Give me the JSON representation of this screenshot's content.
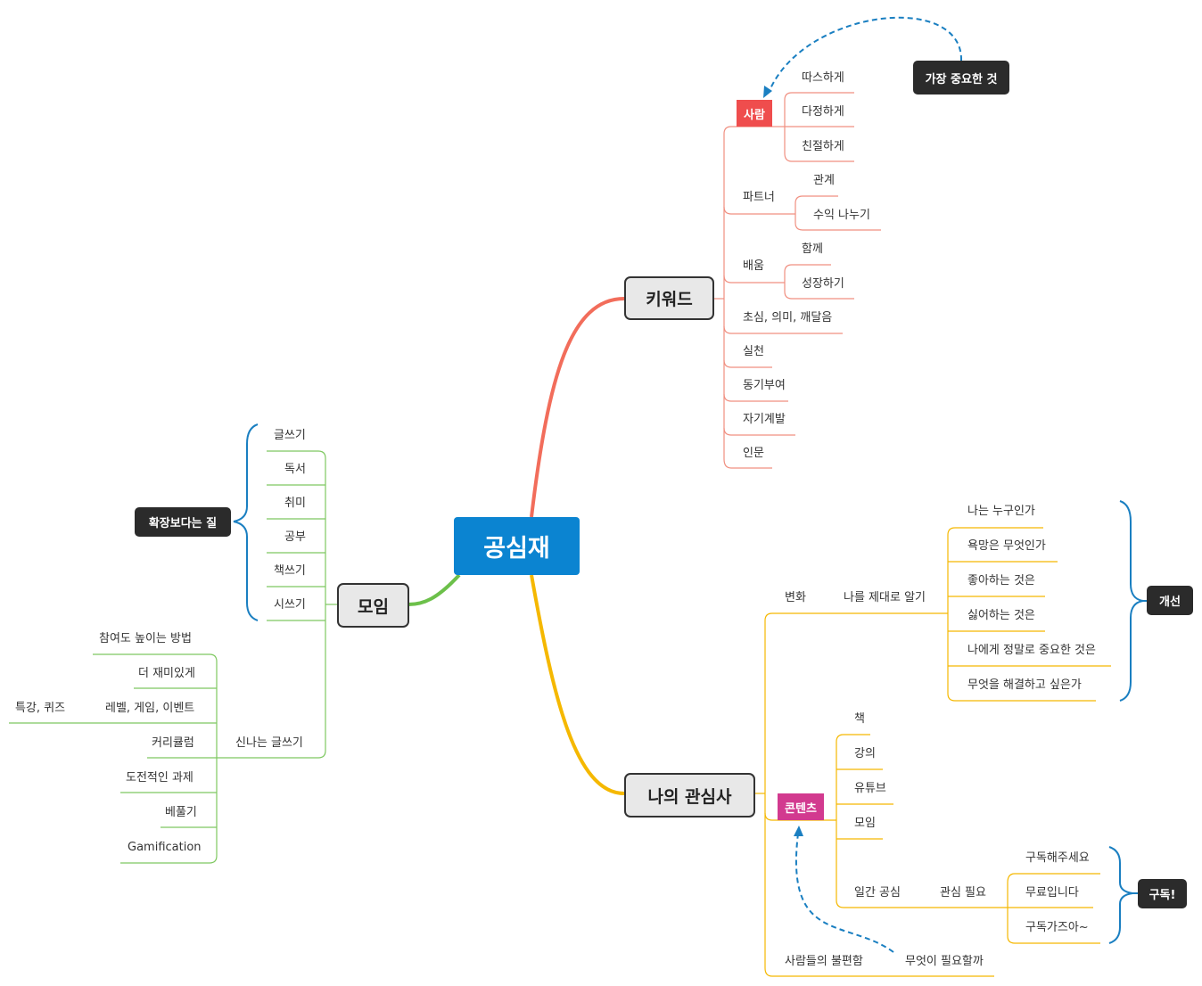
{
  "center": "공심재",
  "keyword": {
    "title": "키워드",
    "person": {
      "label": "사람",
      "items": [
        "따스하게",
        "다정하게",
        "친절하게"
      ]
    },
    "partner": {
      "label": "파트너",
      "items": [
        "관계",
        "수익 나누기"
      ]
    },
    "learning": {
      "label": "배움",
      "items": [
        "함께",
        "성장하기"
      ]
    },
    "others": [
      "초심, 의미, 깨달음",
      "실천",
      "동기부여",
      "자기계발",
      "인문"
    ],
    "note": "가장 중요한 것"
  },
  "interest": {
    "title": "나의 관심사",
    "change": {
      "label": "변화",
      "sub": "나를 제대로 알기",
      "items": [
        "나는 누구인가",
        "욕망은 무엇인가",
        "좋아하는 것은",
        "싫어하는 것은",
        "나에게 정말로 중요한 것은",
        "무엇을 해결하고 싶은가"
      ],
      "bracket": "개선"
    },
    "content": {
      "label": "콘텐츠",
      "items": [
        "책",
        "강의",
        "유튜브",
        "모임"
      ],
      "weekly": "일간 공심",
      "need": "관심 필요",
      "sub_items": [
        "구독해주세요",
        "무료입니다",
        "구독가즈아~"
      ],
      "bracket": "구독!"
    },
    "pain": {
      "label": "사람들의 불편함",
      "sub": "무엇이 필요할까"
    }
  },
  "meeting": {
    "title": "모임",
    "items": [
      "글쓰기",
      "독서",
      "취미",
      "공부",
      "책쓰기",
      "시쓰기"
    ],
    "bracket": "확장보다는 질",
    "fun": {
      "label": "신나는 글쓰기",
      "items": [
        "참여도 높이는 방법",
        "더 재미있게",
        "레벨, 게임, 이벤트",
        "커리큘럼",
        "도전적인 과제",
        "베풀기",
        "Gamification"
      ],
      "event_sub": "특강, 퀴즈"
    }
  },
  "colors": {
    "center": "#0b84d1",
    "keyword": "#f26d5b",
    "interest": "#f5b800",
    "meeting": "#6cc04a",
    "bracket": "#1a7fc1",
    "person_tag": "#ef4d4d",
    "content_tag": "#d23a8f"
  }
}
